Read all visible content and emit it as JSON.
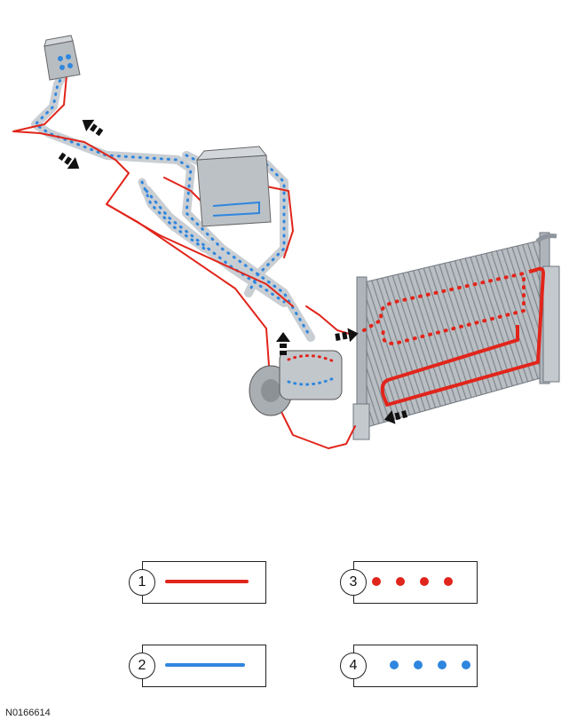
{
  "figure_id": "N0166614",
  "legend": [
    {
      "number": "1",
      "style": "solid line",
      "color": "#e1251b"
    },
    {
      "number": "2",
      "style": "solid line",
      "color": "#2f86de"
    },
    {
      "number": "3",
      "style": "dots",
      "color": "#e1251b"
    },
    {
      "number": "4",
      "style": "dots",
      "color": "#2f86de"
    }
  ],
  "colors": {
    "red": "#e1251b",
    "blue": "#2f86de",
    "pipe": "#c9ced3",
    "metal": "#9aa0a6",
    "arrow": "#111111"
  },
  "icons": [
    "flow-arrow-icon"
  ]
}
